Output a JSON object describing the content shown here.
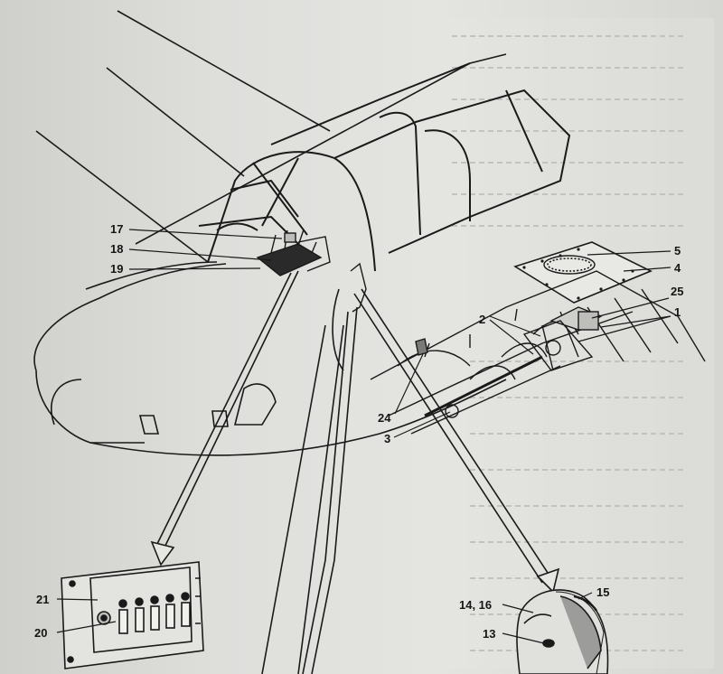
{
  "callouts": {
    "c1": "1",
    "c2": "2",
    "c3": "3",
    "c4": "4",
    "c5": "5",
    "c13": "13",
    "c14_16": "14, 16",
    "c15": "15",
    "c17": "17",
    "c18": "18",
    "c19": "19",
    "c20": "20",
    "c21": "21",
    "c24": "24",
    "c25": "25"
  },
  "colors": {
    "ink": "#1a1a1a",
    "paper": "#dededb"
  }
}
